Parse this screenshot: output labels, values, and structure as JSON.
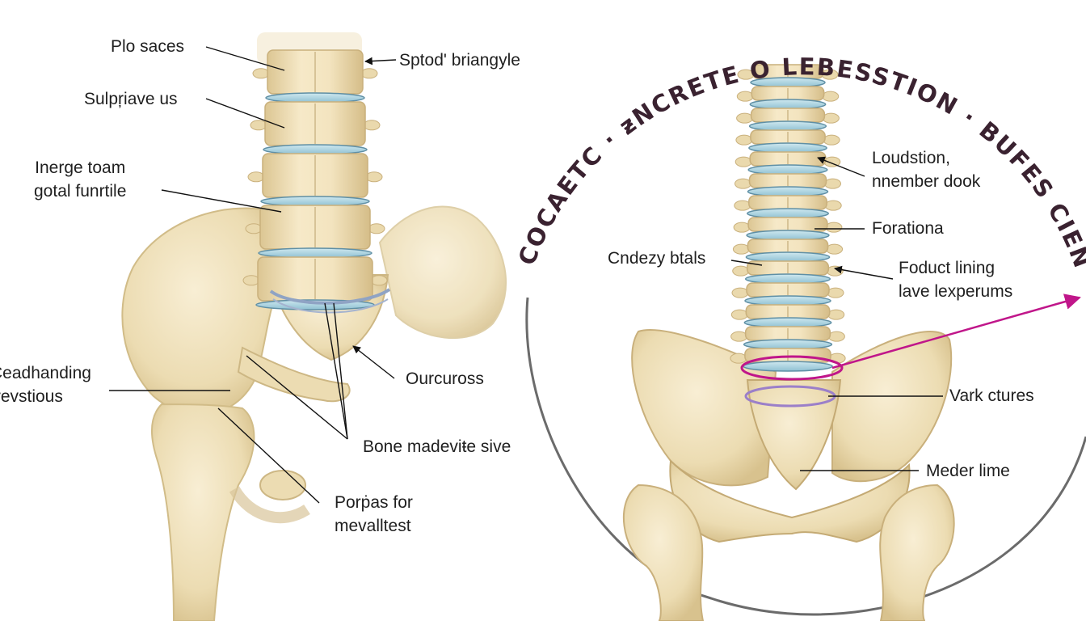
{
  "left_panel": {
    "labels": [
      {
        "id": "plo-saces",
        "lines": [
          "Plo saces"
        ]
      },
      {
        "id": "sptod-briangyle",
        "lines": [
          "Sptod' briangyle"
        ]
      },
      {
        "id": "sulpriave-us",
        "lines": [
          "Sulpŗiave us"
        ]
      },
      {
        "id": "inerge-toam",
        "lines": [
          "Inerge toam",
          "gotal funrtile"
        ]
      },
      {
        "id": "eadhanding",
        "lines": [
          "Ceadhanding",
          "frevstious"
        ]
      },
      {
        "id": "ourcuross",
        "lines": [
          "Ourcuross"
        ]
      },
      {
        "id": "bone-madevite",
        "lines": [
          "Bone madeviŧe sive"
        ]
      },
      {
        "id": "porpas",
        "lines": [
          "Porṗas for",
          "mevalltest"
        ]
      }
    ]
  },
  "right_panel": {
    "arc_title": "COCAETC · ƶNCRETE O LEBESSTION · BUFES CIENTIOF SOONE",
    "labels": [
      {
        "id": "loudstion",
        "lines": [
          "Loudstion,",
          "nnember dook"
        ]
      },
      {
        "id": "forationa",
        "lines": [
          "Forationa"
        ]
      },
      {
        "id": "cndezy",
        "lines": [
          "Cndezy btals"
        ]
      },
      {
        "id": "foduct",
        "lines": [
          "Foduct lining",
          "lave lexperums"
        ]
      },
      {
        "id": "vark",
        "lines": [
          "Vark ctures"
        ]
      },
      {
        "id": "meder",
        "lines": [
          "Meder lime"
        ]
      }
    ]
  },
  "colors": {
    "bone": "#efe1bd",
    "bone_shadow": "#d9c596",
    "bone_outline": "#c9b07c",
    "disc": "#a9d3df",
    "disc_edge": "#5f8fa5",
    "accent_magenta": "#c0168a",
    "ring_purple": "#9b7fc9",
    "arc_text": "#3a2230",
    "circle_frame": "#6b6b6b",
    "leader": "#111111"
  }
}
